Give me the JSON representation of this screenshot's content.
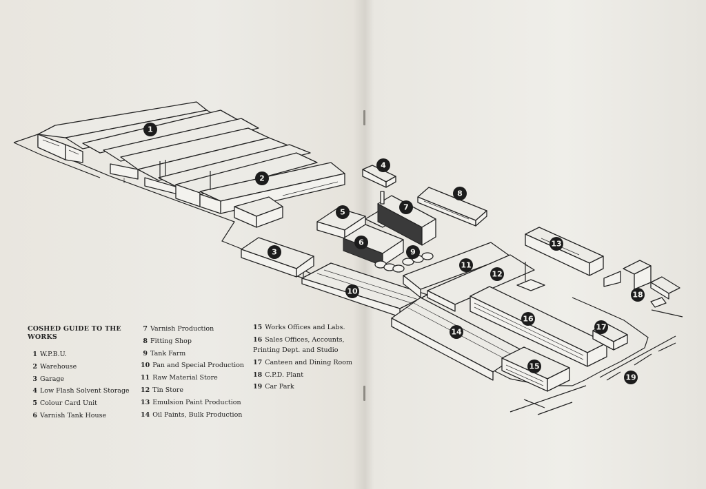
{
  "legend": {
    "title": "COSHED GUIDE TO THE WORKS",
    "items": [
      {
        "num": "1",
        "label": "W.P.B.U."
      },
      {
        "num": "2",
        "label": "Warehouse"
      },
      {
        "num": "3",
        "label": "Garage"
      },
      {
        "num": "4",
        "label": "Low Flash Solvent Storage"
      },
      {
        "num": "5",
        "label": "Colour Card Unit"
      },
      {
        "num": "6",
        "label": "Varnish Tank House"
      },
      {
        "num": "7",
        "label": "Varnish Production"
      },
      {
        "num": "8",
        "label": "Fitting Shop"
      },
      {
        "num": "9",
        "label": "Tank Farm"
      },
      {
        "num": "10",
        "label": "Pan and Special Production"
      },
      {
        "num": "11",
        "label": "Raw Material Store"
      },
      {
        "num": "12",
        "label": "Tin Store"
      },
      {
        "num": "13",
        "label": "Emulsion Paint Production"
      },
      {
        "num": "14",
        "label": "Oil Paints, Bulk Production"
      },
      {
        "num": "15",
        "label": "Works Offices and Labs."
      },
      {
        "num": "16",
        "label": "Sales Offices, Accounts, Printing Dept. and Studio"
      },
      {
        "num": "17",
        "label": "Canteen and Dining Room"
      },
      {
        "num": "18",
        "label": "C.P.D. Plant"
      },
      {
        "num": "19",
        "label": "Car Park"
      }
    ]
  },
  "colors": {
    "ink": "#222222",
    "paper": "#ecebe6"
  }
}
